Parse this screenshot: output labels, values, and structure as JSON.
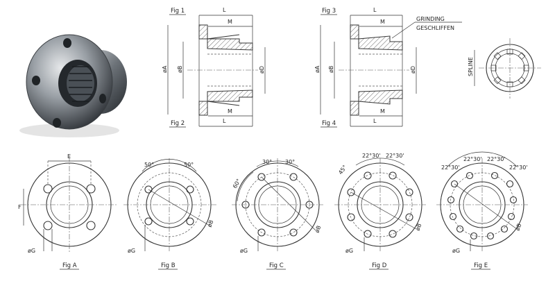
{
  "labels": {
    "fig1": "Fig 1",
    "fig2": "Fig 2",
    "fig3": "Fig 3",
    "fig4": "Fig 4",
    "figA": "Fig A",
    "figB": "Fig B",
    "figC": "Fig C",
    "figD": "Fig D",
    "figE": "Fig E",
    "L": "L",
    "M": "M",
    "diaA": "øA",
    "diaB": "øB",
    "diaD": "øD",
    "grinding": "GRINDING",
    "geschliffen": "GESCHLIFFEN",
    "spline": "SPLINE",
    "E": "E",
    "F": "F",
    "diaG": "øG",
    "diaBolt": "øB",
    "ang50": "50°",
    "ang60": "60°",
    "ang30": "30°",
    "ang45": "45°",
    "ang2230": "22°30'"
  }
}
